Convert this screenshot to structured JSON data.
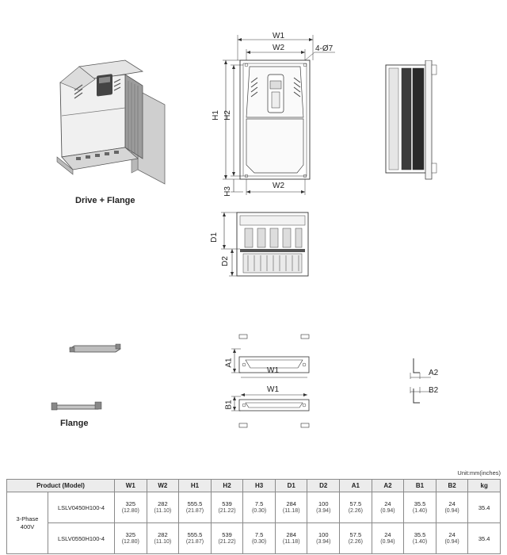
{
  "captions": {
    "drive_flange": "Drive + Flange",
    "flange": "Flange"
  },
  "dimension_labels": {
    "w1": "W1",
    "w2": "W2",
    "hole": "4-Ø7",
    "h1": "H1",
    "h2": "H2",
    "h3": "H3",
    "w2_bottom": "W2",
    "d1": "D1",
    "d2": "D2",
    "a1": "A1",
    "w1_flange_top": "W1",
    "w1_flange_bottom": "W1",
    "b1": "B1",
    "a2": "A2",
    "b2": "B2"
  },
  "unit_note": "Unit:mm(inches)",
  "table": {
    "header": {
      "product": "Product (Model)",
      "w1": "W1",
      "w2": "W2",
      "h1": "H1",
      "h2": "H2",
      "h3": "H3",
      "d1": "D1",
      "d2": "D2",
      "a1": "A1",
      "a2": "A2",
      "b1": "B1",
      "b2": "B2",
      "kg": "kg"
    },
    "phase_line1": "3-Phase",
    "phase_line2": "400V",
    "rows": [
      {
        "model": "LSLV0450H100-4",
        "w1": "325",
        "w1_in": "(12.80)",
        "w2": "282",
        "w2_in": "(11.10)",
        "h1": "555.5",
        "h1_in": "(21.87)",
        "h2": "539",
        "h2_in": "(21.22)",
        "h3": "7.5",
        "h3_in": "(0.30)",
        "d1": "284",
        "d1_in": "(11.18)",
        "d2": "100",
        "d2_in": "(3.94)",
        "a1": "57.5",
        "a1_in": "(2.26)",
        "a2": "24",
        "a2_in": "(0.94)",
        "b1": "35.5",
        "b1_in": "(1.40)",
        "b2": "24",
        "b2_in": "(0.94)",
        "kg": "35.4"
      },
      {
        "model": "LSLV0550H100-4",
        "w1": "325",
        "w1_in": "(12.80)",
        "w2": "282",
        "w2_in": "(11.10)",
        "h1": "555.5",
        "h1_in": "(21.87)",
        "h2": "539",
        "h2_in": "(21.22)",
        "h3": "7.5",
        "h3_in": "(0.30)",
        "d1": "284",
        "d1_in": "(11.18)",
        "d2": "100",
        "d2_in": "(3.94)",
        "a1": "57.5",
        "a1_in": "(2.26)",
        "a2": "24",
        "a2_in": "(0.94)",
        "b1": "35.5",
        "b1_in": "(1.40)",
        "b2": "24",
        "b2_in": "(0.94)",
        "kg": "35.4"
      }
    ]
  }
}
